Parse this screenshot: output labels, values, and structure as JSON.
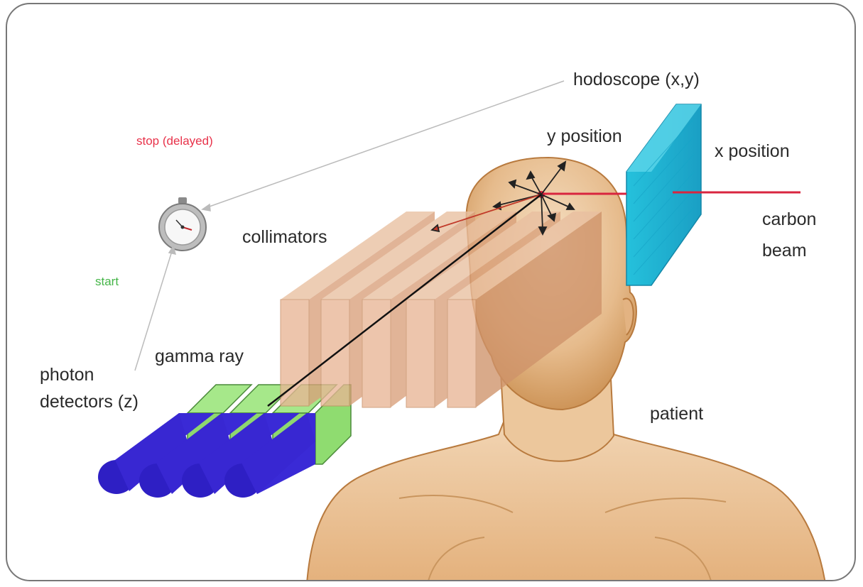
{
  "labels": {
    "hodoscope": "hodoscope (x,y)",
    "stop": "stop (delayed)",
    "y_position": "y position",
    "x_position": "x position",
    "carbon_line1": "carbon",
    "carbon_line2": "beam",
    "collimators": "collimators",
    "start": "start",
    "gamma_ray": "gamma ray",
    "photon_line1": "photon",
    "photon_line2": "detectors (z)",
    "patient": "patient"
  },
  "colors": {
    "stop": "#e8324a",
    "start": "#45b548",
    "hodoscope": "#2cc6dc",
    "beam": "#d8253f",
    "detector_body": "#3a2ad6",
    "detector_crystal": "#9ee07c",
    "collimator": "#d39a73",
    "skin": "#e2b588"
  }
}
